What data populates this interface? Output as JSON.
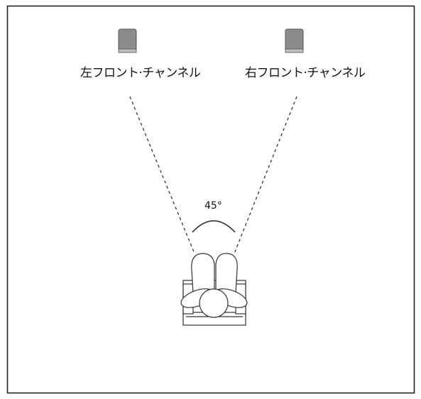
{
  "colors": {
    "frame": "#222222",
    "speaker_fill": "#8c8c8c",
    "speaker_edge": "#555555",
    "dash": "#333333",
    "listener_stroke": "#333333",
    "listener_fill": "#ffffff"
  },
  "speakers": {
    "left_label": "左フロント·チャンネル",
    "right_label": "右フロント·チャンネル"
  },
  "angle_label": "45°"
}
